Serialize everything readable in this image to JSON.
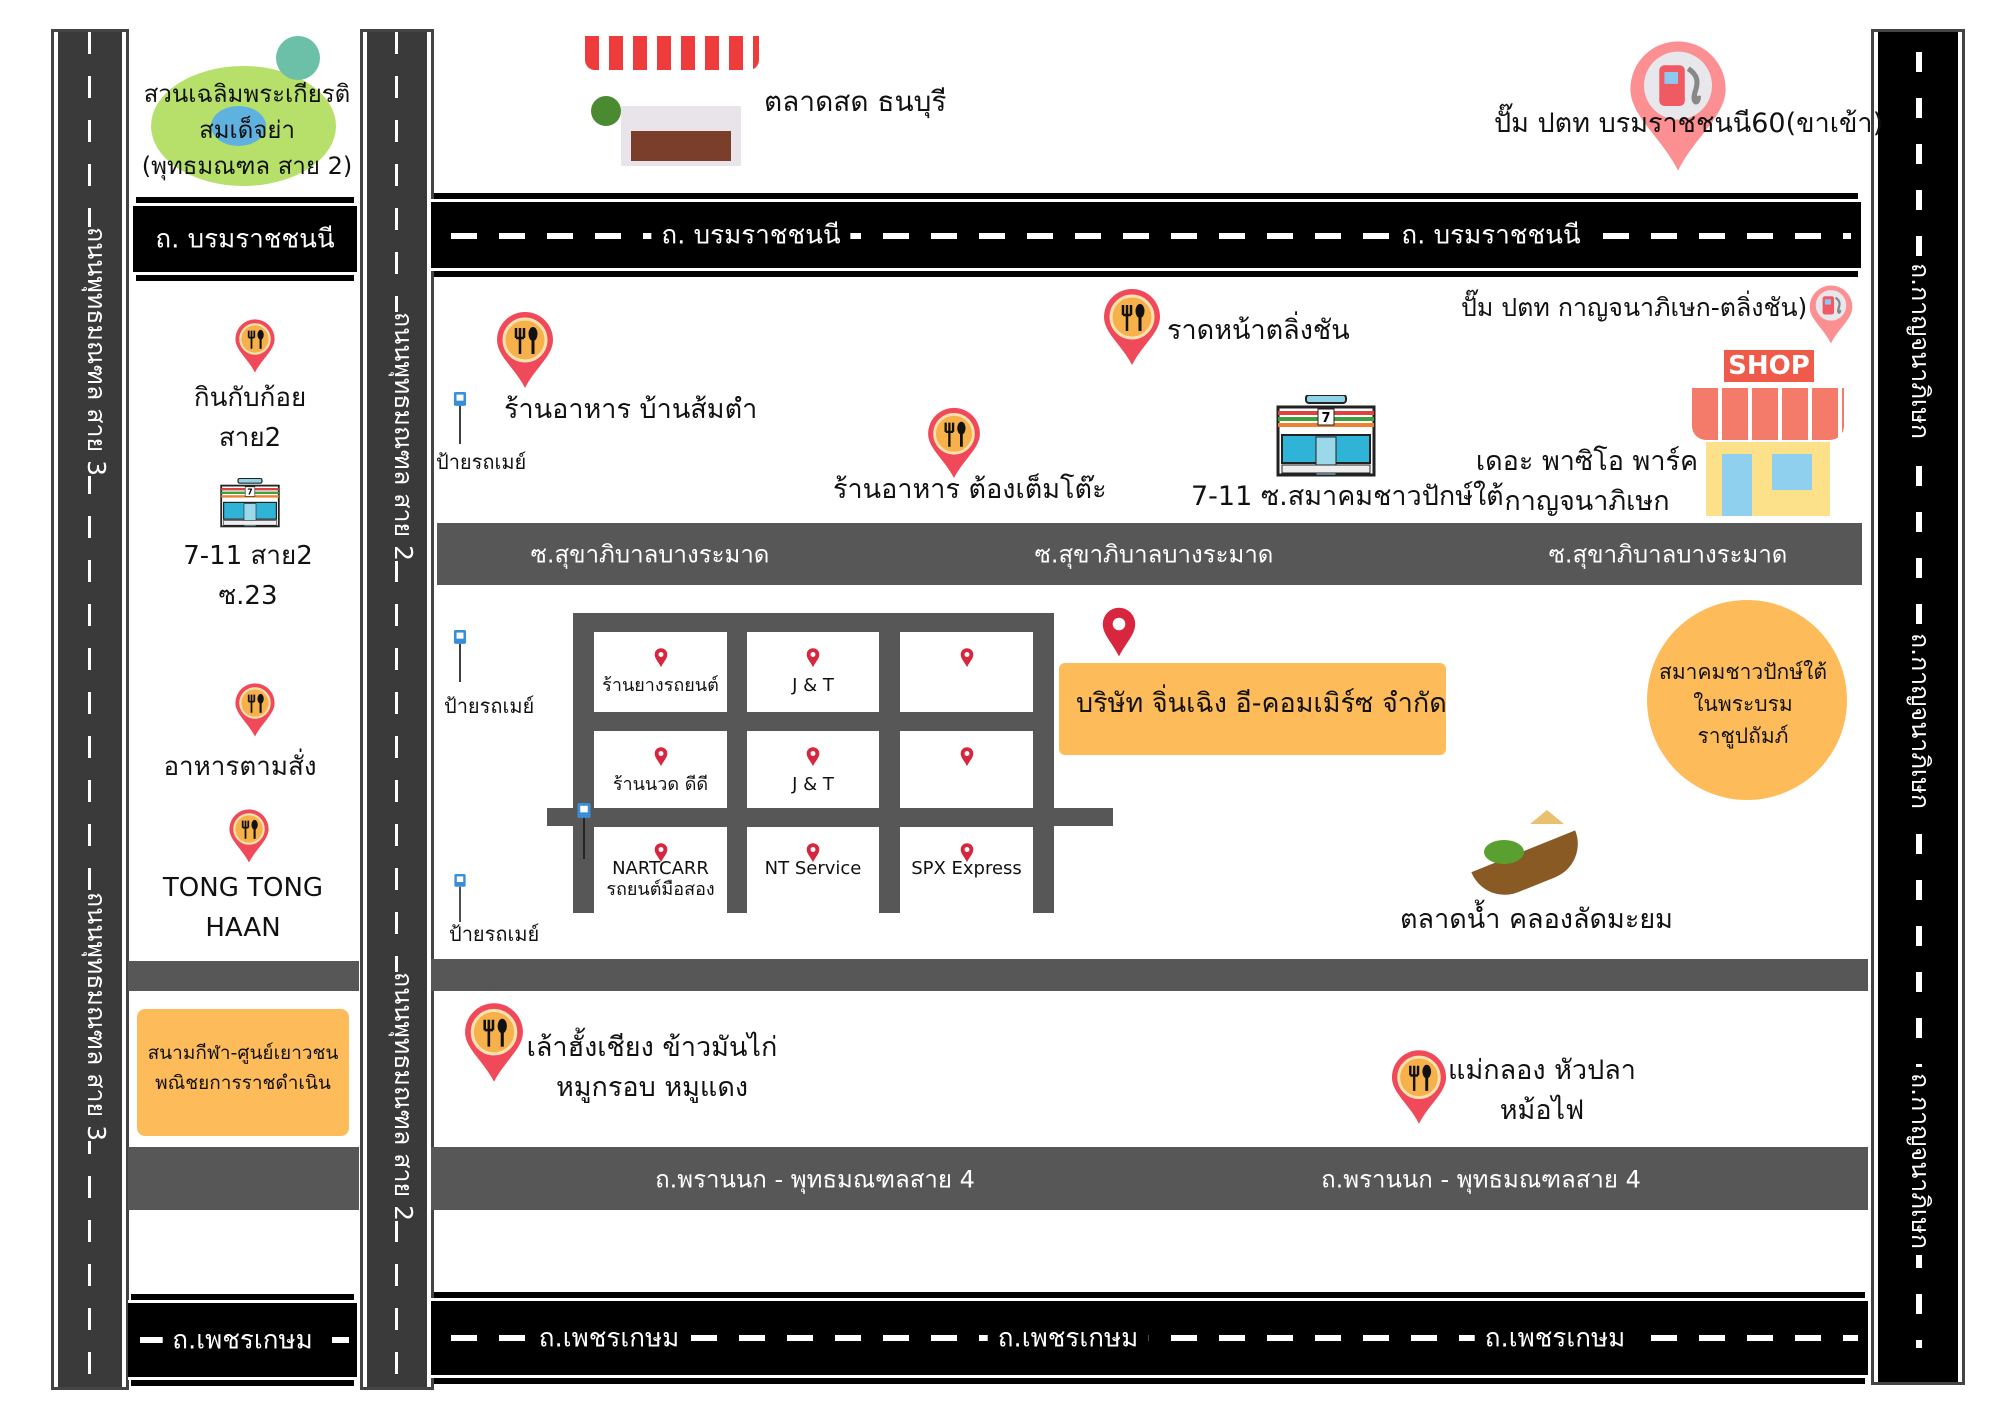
{
  "roads": {
    "phutthamonthon3": "ถนนพุทธมณฑล สาย 3",
    "phutthamonthon2": "ถนนพุทธมณฑล สาย 2",
    "kanchanaphisek": "ถ.กาญจนาภิเษก",
    "borommaratchachonnani": "ถ. บรมราชชนนี",
    "sukhaphiban": "ซ.สุขาภิบาลบางระมาด",
    "phrannok": "ถ.พรานนก - พุทธมณฑลสาย 4",
    "phetkasem": "ถ.เพชรเกษม"
  },
  "places": {
    "park": [
      "สวนเฉลิมพระเกียรติ",
      "สมเด็จย่า",
      "(พุทธมณฑล สาย 2)"
    ],
    "kin_kap_koi": [
      "กินกับก้อย",
      "สาย2"
    ],
    "seven_sai2": [
      "7-11 สาย2",
      "ซ.23"
    ],
    "aharn_tamsang": "อาหารตามสั่ง",
    "tong_tong": [
      "TONG TONG",
      "HAAN"
    ],
    "stadium": [
      "สนามกีฬา-ศูนย์เยาวชน",
      "พณิชยการราชดำเนิน"
    ],
    "market": "ตลาดสด ธนบุรี",
    "ptt_borom": "ปั๊ม ปตท บรมราชชนนี60(ขาเข้า)",
    "ban_somtam": "ร้านอาหาร บ้านส้มตำ",
    "bus_stop": "ป้ายรถเมย์",
    "tong_tem_to": "ร้านอาหาร ต้องเต็มโต๊ะ",
    "radna": "ราดหน้าตลิ่งชัน",
    "seven_samakhom": "7-11 ซ.สมาคมชาวปักษ์ใต้",
    "ptt_kanchana": "ปั๊ม ปตท กาญจนาภิเษก-ตลิ่งชัน)",
    "shop_sign": "SHOP",
    "paseo": [
      "เดอะ พาซิโอ พาร์ค",
      "กาญจนาภิเษก"
    ],
    "grid": [
      "ร้านยางรถยนต์",
      "J & T",
      "",
      "ร้านนวด ดีดี",
      "J & T",
      "",
      "NARTCARR\nรถยนต์มือสอง",
      "NT Service",
      "SPX Express"
    ],
    "company": "บริษัท จิ่นเฉิง อี-คอมเมิร์ซ จำกัด",
    "samakhom": [
      "สมาคมชาวปักษ์ใต้",
      "ในพระบรม",
      "ราชูปถัมภ์"
    ],
    "floating_market": "ตลาดน้ำ คลองลัดมะยม",
    "lao_hang": [
      "เล้าฮั้งเชียง ข้าวมันไก่",
      "หมูกรอบ หมูแดง"
    ],
    "mae_klong": [
      "แม่กลอง หัวปลา",
      "หม้อไฟ"
    ]
  },
  "colors": {
    "accent": "#fdbc59",
    "pin": "#f04a5a",
    "road": "#000000",
    "street": "#575757"
  }
}
